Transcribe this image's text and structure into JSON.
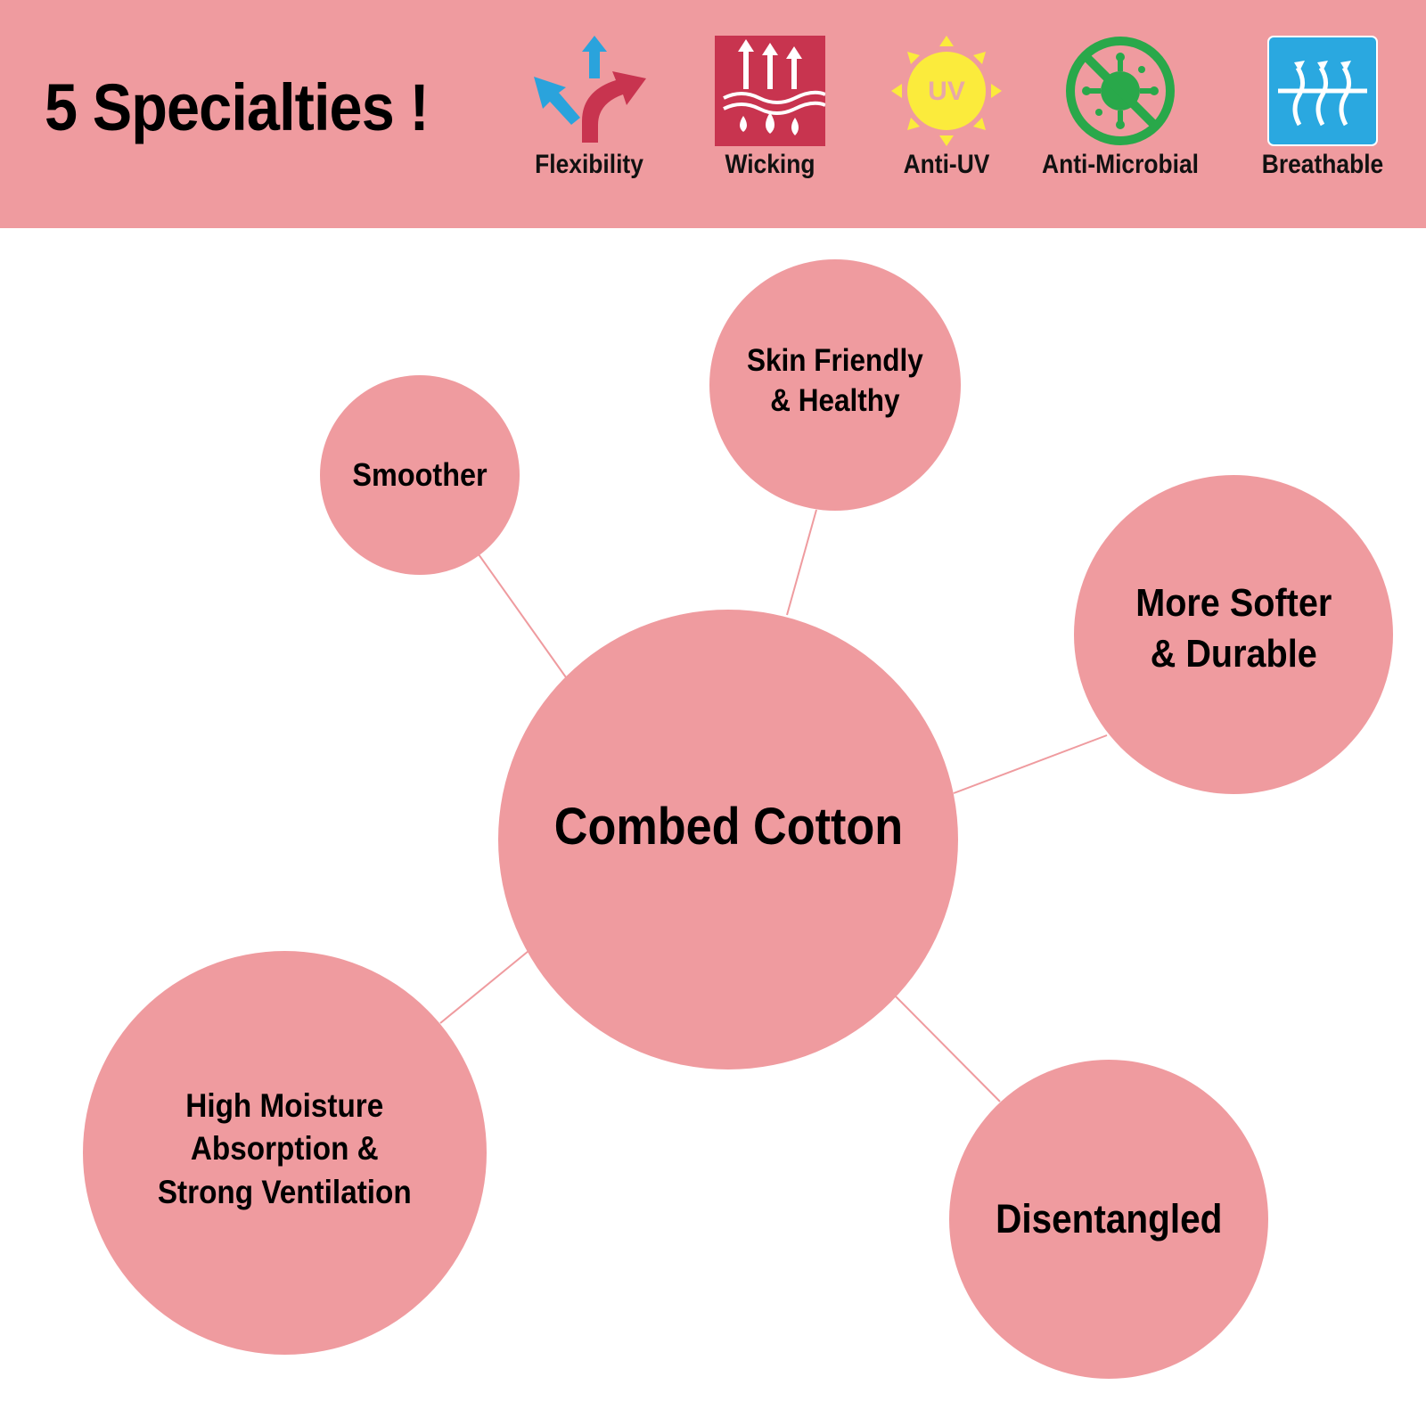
{
  "header": {
    "title": "5 Specialties !",
    "background_color": "#ef9b9f",
    "features": [
      {
        "label": "Flexibility",
        "icon": "branching-arrows-icon"
      },
      {
        "label": "Wicking",
        "icon": "moisture-wicking-icon"
      },
      {
        "label": "Anti-UV",
        "icon": "sun-uv-icon",
        "icon_text": "UV"
      },
      {
        "label": "Anti-Microbial",
        "icon": "no-microbe-icon"
      },
      {
        "label": "Breathable",
        "icon": "airflow-icon"
      }
    ]
  },
  "diagram": {
    "bubble_color": "#ef9b9f",
    "connector_color": "#ef9b9f",
    "center": {
      "label": "Combed Cotton"
    },
    "nodes": [
      {
        "label": "Smoother"
      },
      {
        "label": "Skin Friendly\n& Healthy"
      },
      {
        "label": "More Softer\n& Durable"
      },
      {
        "label": "Disentangled"
      },
      {
        "label": "High Moisture\nAbsorption &\nStrong Ventilation"
      }
    ]
  }
}
